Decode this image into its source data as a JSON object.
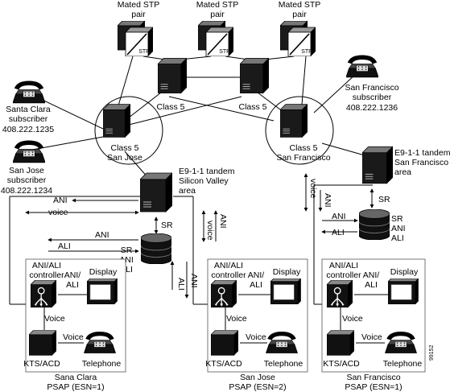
{
  "labels": {
    "mated_stp_1": [
      "Mated STP",
      "pair"
    ],
    "mated_stp_2": [
      "Mated STP",
      "pair"
    ],
    "mated_stp_3": [
      "Mated STP",
      "pair"
    ],
    "stp_tag": "STP",
    "class5": "Class 5",
    "class5_sanjose": [
      "Class 5",
      "San Jose"
    ],
    "class5_sanfrancisco": [
      "Class 5",
      "San Francisco"
    ],
    "santaclara_sub": [
      "Santa Clara",
      "subscriber",
      "408.222.1235"
    ],
    "sanjose_sub": [
      "San Jose",
      "subscriber",
      "408.222.1234"
    ],
    "sanfrancisco_sub": [
      "San Francisco",
      "subscriber",
      "408.222.1236"
    ],
    "tandem_sv": [
      "E9-1-1 tandem",
      "Silicon Valley",
      "area"
    ],
    "tandem_sf": [
      "E9-1-1 tandem",
      "San Francisco",
      "area"
    ],
    "ani": "ANI",
    "ali": "ALI",
    "voice": "voice",
    "voice_cap": "Voice",
    "sr": "SR",
    "db_labels": [
      "SR",
      "ANI",
      "ALI"
    ],
    "controller": [
      "ANI/ALI",
      "controller"
    ],
    "ani_ali": [
      "ANI/",
      "ALI"
    ],
    "display": "Display",
    "kts_acd": "KTS/ACD",
    "telephone": "Telephone",
    "psap_santaclara": [
      "Sana Clara",
      "PSAP (ESN=1)"
    ],
    "psap_sanjose": [
      "San Jose",
      "PSAP (ESN=2)"
    ],
    "psap_sanfrancisco": [
      "San Francisco",
      "PSAP (ESN=1)"
    ],
    "figure_id": "99152"
  }
}
